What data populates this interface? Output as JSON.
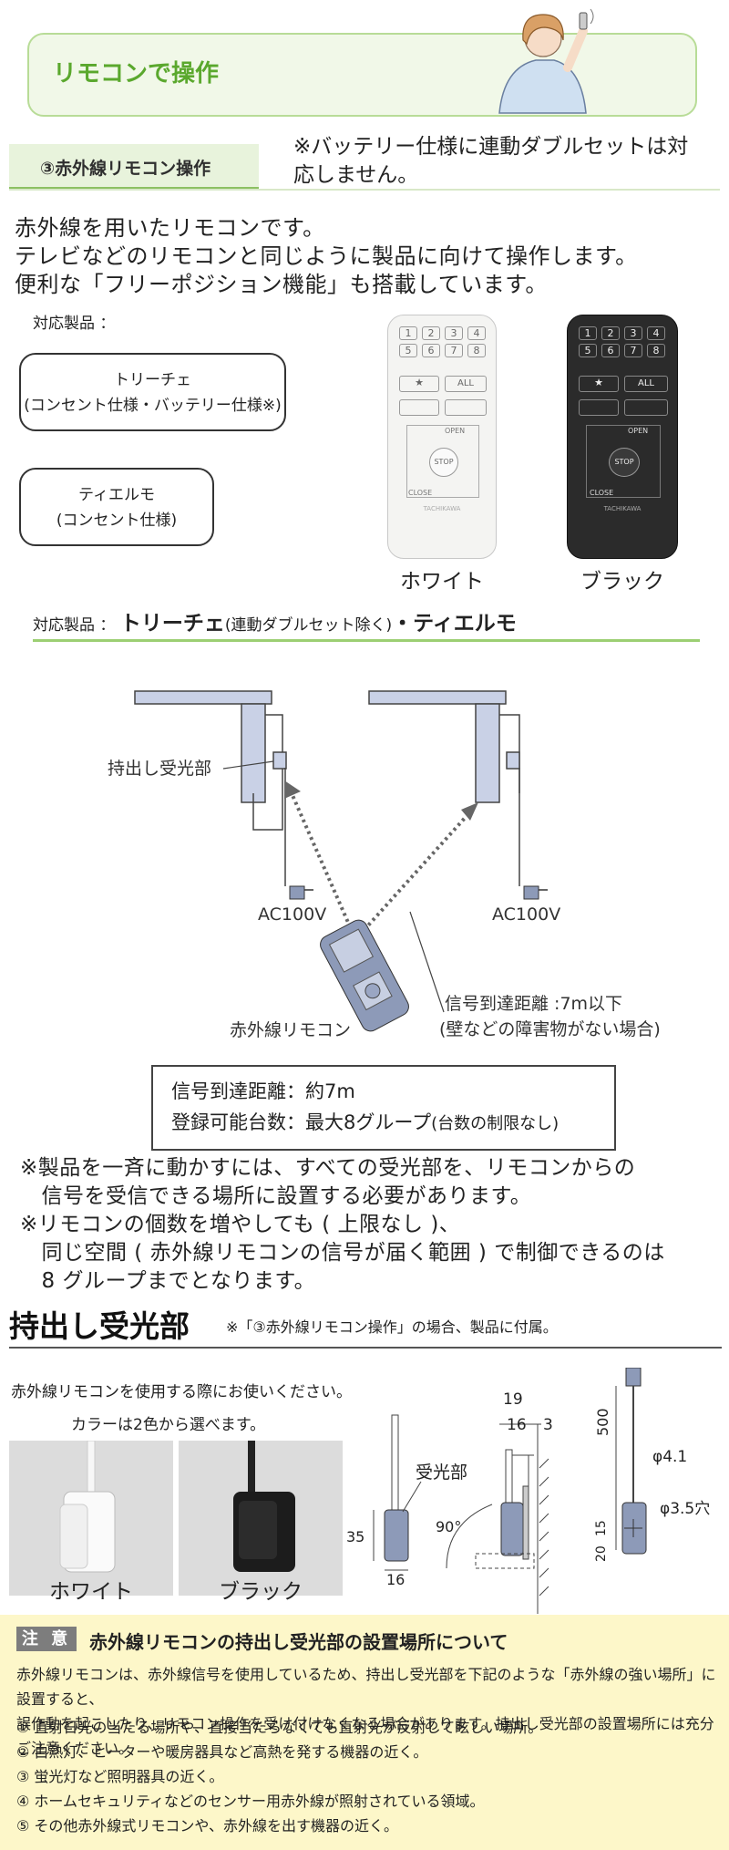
{
  "header": {
    "title": "リモコンで操作"
  },
  "section": {
    "tab_label": "③赤外線リモコン操作",
    "note": "※バッテリー仕様に連動ダブルセットは対応しません。",
    "intro_lines": [
      "赤外線を用いたリモコンです。",
      "テレビなどのリモコンと同じように製品に向けて操作します。",
      "便利な「フリーポジション機能」も搭載しています。"
    ],
    "supported_label": "対応製品 ：",
    "products": [
      {
        "name": "トリーチェ",
        "detail": "(コンセント仕様・バッテリー仕様※)"
      },
      {
        "name": "ティエルモ",
        "detail": "(コンセント仕様)"
      }
    ],
    "remotes": [
      {
        "caption": "ホワイト",
        "keys": [
          "1",
          "2",
          "3",
          "4",
          "5",
          "6",
          "7",
          "8",
          "★",
          "ALL"
        ],
        "open": "OPEN",
        "stop": "STOP",
        "close": "CLOSE",
        "brand": "TACHIKAWA"
      },
      {
        "caption": "ブラック",
        "keys": [
          "1",
          "2",
          "3",
          "4",
          "5",
          "6",
          "7",
          "8",
          "★",
          "ALL"
        ],
        "open": "OPEN",
        "stop": "STOP",
        "close": "CLOSE",
        "brand": "TACHIKAWA"
      }
    ],
    "supported2_prefix": "対応製品 ：",
    "supported2_main": "トリーチェ",
    "supported2_paren": "(連動ダブルセット除く)",
    "supported2_end": "・ティエルモ"
  },
  "diagram": {
    "receiver_label": "持出し受光部",
    "ac_left": "AC100V",
    "ac_right": "AC100V",
    "remote_label": "赤外線リモコン",
    "signal_line1": "信号到達距離 :7m以下",
    "signal_line2": "(壁などの障害物がない場合)"
  },
  "spec": {
    "distance": "信号到達距離：約7m",
    "groups_main": "登録可能台数：最大8グループ",
    "groups_note": "(台数の制限なし)"
  },
  "notes": [
    "※製品を一斉に動かすには、すべての受光部を、リモコンからの",
    "　信号を受信できる場所に設置する必要があります。",
    "※リモコンの個数を増やしても ( 上限なし )、",
    "　同じ空間 ( 赤外線リモコンの信号が届く範囲 ) で制御できるのは",
    "　8 グループまでとなります。"
  ],
  "receiver_section": {
    "title": "持出し受光部",
    "title_note": "※「③赤外線リモコン操作」の場合、製品に付属。",
    "use_text": "赤外線リモコンを使用する際にお使いください。",
    "color_text": "カラーは2色から選べます。",
    "photos": [
      {
        "caption": "ホワイト"
      },
      {
        "caption": "ブラック"
      }
    ],
    "dims": {
      "part_label": "受光部",
      "h35": "35",
      "w16": "16",
      "angle": "90°",
      "d19": "19",
      "d16": "16",
      "d3": "3",
      "l500": "500",
      "phi41": "φ4.1",
      "phi35": "φ3.5穴",
      "v15": "15",
      "v20": "20"
    }
  },
  "caution": {
    "badge": "注 意",
    "title": "赤外線リモコンの持出し受光部の設置場所について",
    "body": [
      "赤外線リモコンは、赤外線信号を使用しているため、持出し受光部を下記のような「赤外線の強い場所」に設置すると、",
      "誤作動を起こしたり、リモコン操作を受け付けなくなる場合があります。持出し受光部の設置場所には充分ご注意ください。"
    ],
    "items": [
      "① 直射日光の当たる場所や、直接当たらなくても直射光が反射して眩しい場所。",
      "② 白熱灯、ヒーターや暖房器具など高熱を発する機器の近く。",
      "③ 蛍光灯など照明器具の近く。",
      "④ ホームセキュリティなどのセンサー用赤外線が照射されている領域。",
      "⑤ その他赤外線式リモコンや、赤外線を出す機器の近く。"
    ]
  },
  "colors": {
    "accent_green": "#5aa82d",
    "light_green": "#e8f3dc",
    "caution_bg": "#fdf7c9",
    "receiver_blue": "#8d9ab8"
  }
}
